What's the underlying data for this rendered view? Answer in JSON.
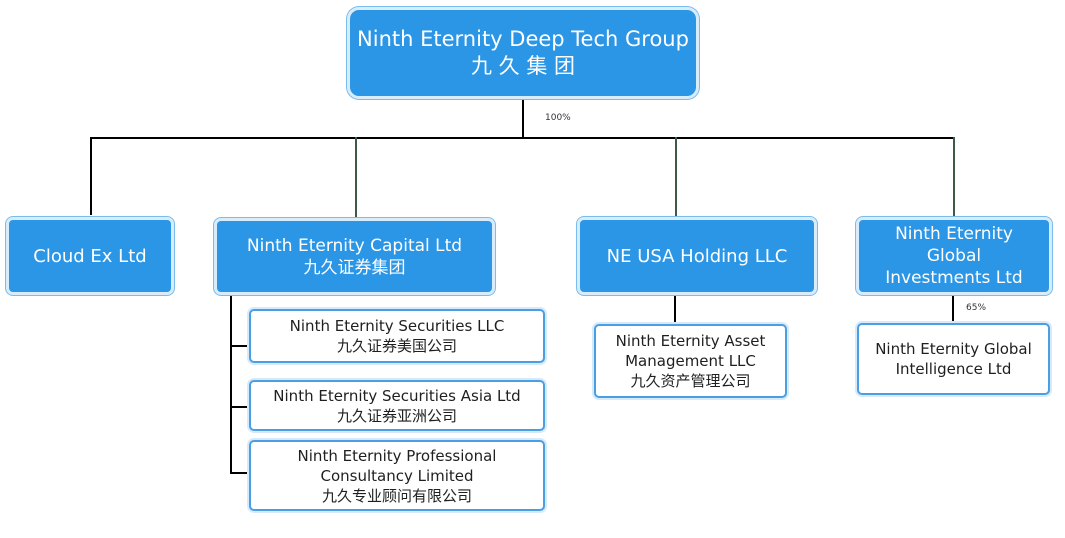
{
  "root": {
    "name": "Ninth Eternity Deep Tech Group",
    "cn": "九 久 集 团"
  },
  "root_ownership": "100%",
  "subsidiaries": [
    {
      "name": "Cloud Ex Ltd"
    },
    {
      "name": "Ninth Eternity Capital Ltd",
      "cn": "九久证券集团"
    },
    {
      "name": "NE USA Holding LLC"
    },
    {
      "name_lines": [
        "Ninth Eternity",
        "Global",
        "Investments Ltd"
      ]
    }
  ],
  "capital_children": [
    {
      "name": "Ninth Eternity Securities LLC",
      "cn": "九久证券美国公司"
    },
    {
      "name": "Ninth Eternity Securities Asia Ltd",
      "cn": "九久证券亚洲公司"
    },
    {
      "name_lines": [
        "Ninth Eternity Professional",
        "Consultancy Limited"
      ],
      "cn": "九久专业顾问有限公司"
    }
  ],
  "usa_child": {
    "name_lines": [
      "Ninth Eternity Asset",
      "Management LLC"
    ],
    "cn": "九久资产管理公司"
  },
  "global_ownership": "65%",
  "global_child": {
    "name_lines": [
      "Ninth Eternity Global",
      "Intelligence Ltd"
    ]
  }
}
